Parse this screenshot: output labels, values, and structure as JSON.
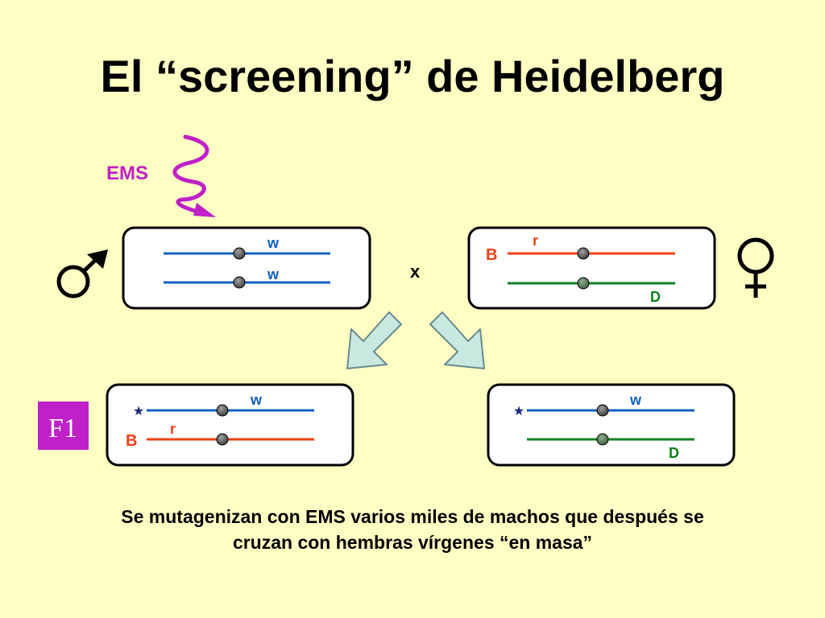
{
  "title": "El “screening” de Heidelberg",
  "mutagen_label": "EMS",
  "cross_symbol": "x",
  "male_symbol": "♂",
  "female_symbol": "♀",
  "generation_badge": "F1",
  "male_parent": {
    "chrom1_label": "w",
    "chrom2_label": "w"
  },
  "female_parent": {
    "marker_left": "B",
    "chrom1_label": "r",
    "chrom2_label": "D"
  },
  "offspring_left": {
    "chrom1_label": "w",
    "chrom2_label": "r",
    "marker_left": "B",
    "mutation_symbol": "★"
  },
  "offspring_right": {
    "chrom1_label": "w",
    "chrom2_label": "D",
    "mutation_symbol": "★"
  },
  "caption": {
    "line1": "Se mutagenizan con EMS varios miles de machos que después se",
    "line2": "cruzan con hembras vírgenes “en masa”"
  },
  "colors": {
    "background": "#FFFFC4",
    "mutagen": "#C020C8",
    "chrom_blue": "#1060C0",
    "chrom_red": "#F04010",
    "chrom_green": "#108020",
    "arrow_fill": "#C8E8E0",
    "badge": "#C020C8"
  }
}
